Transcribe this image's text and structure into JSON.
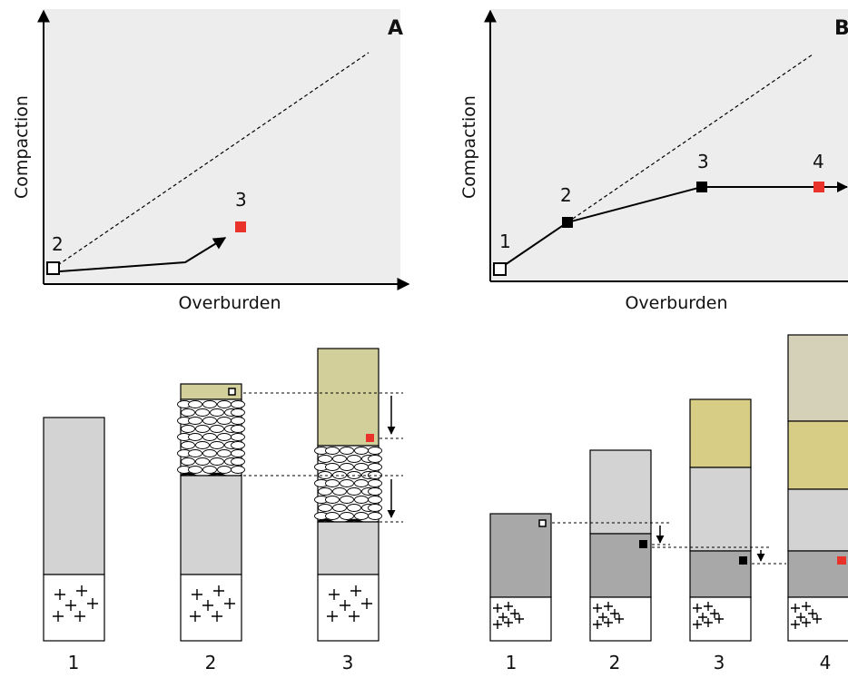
{
  "panelA": {
    "letter": "A",
    "xlabel": "Overburden",
    "ylabel": "Compaction",
    "point_labels": [
      "2",
      "3"
    ],
    "columns": [
      "1",
      "2",
      "3"
    ]
  },
  "panelB": {
    "letter": "B",
    "xlabel": "Overburden",
    "ylabel": "Compaction",
    "point_labels": [
      "1",
      "2",
      "3",
      "4"
    ],
    "columns": [
      "1",
      "2",
      "3",
      "4"
    ]
  },
  "colors": {
    "plot_bg": "#ededed",
    "light_gray": "#d3d3d3",
    "mid_gray": "#a8a8a8",
    "olive": "#d3cf9a",
    "yellow_olive": "#d7cd85",
    "tan": "#d5d1b9",
    "red_marker": "#e8322a",
    "black": "#000000"
  }
}
